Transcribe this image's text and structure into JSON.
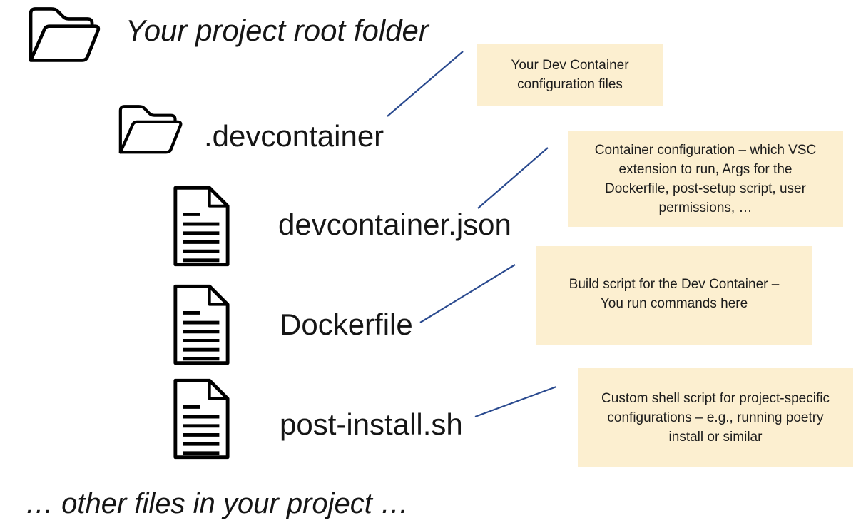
{
  "root_folder": {
    "label": "Your project root folder"
  },
  "tree_items": [
    {
      "name": ".devcontainer",
      "type": "folder"
    },
    {
      "name": "devcontainer.json",
      "type": "file"
    },
    {
      "name": "Dockerfile",
      "type": "file"
    },
    {
      "name": "post-install.sh",
      "type": "file"
    }
  ],
  "other_files_note": "… other files in your project …",
  "callouts": [
    {
      "target": ".devcontainer",
      "lines": [
        "Your Dev Container",
        "configuration files"
      ]
    },
    {
      "target": "devcontainer.json",
      "lines": [
        "Container configuration – which VSC",
        "extension to run, Args for the",
        "Dockerfile, post-setup script, user",
        "permissions, …"
      ]
    },
    {
      "target": "Dockerfile",
      "lines": [
        "Build script for the Dev Container –",
        "You run commands here"
      ]
    },
    {
      "target": "post-install.sh",
      "lines": [
        "Custom shell script for project-specific",
        "configurations – e.g., running poetry",
        "install or similar"
      ]
    }
  ],
  "icons": {
    "folder": "open-folder-icon",
    "file": "document-icon"
  },
  "colors": {
    "callout_background": "#FCEFD0",
    "connector_blue": "#2A4A8F",
    "text_black": "#151515"
  }
}
